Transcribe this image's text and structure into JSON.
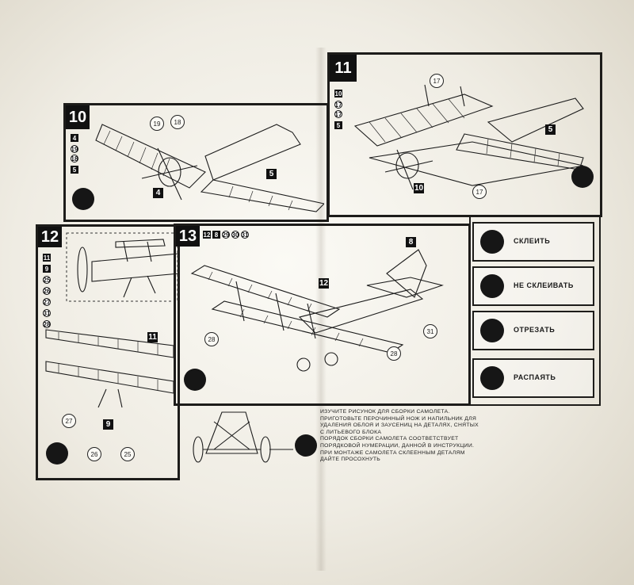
{
  "steps": [
    {
      "number": "10",
      "parts": [
        "4",
        "19",
        "18",
        "5"
      ],
      "callouts": [
        "19",
        "18"
      ],
      "labels": [
        "5",
        "4"
      ]
    },
    {
      "number": "11",
      "parts": [
        "10",
        "17",
        "17",
        "5"
      ],
      "callouts": [
        "17",
        "17"
      ],
      "labels": [
        "5",
        "10"
      ]
    },
    {
      "number": "12",
      "parts": [
        "11",
        "9",
        "25",
        "26",
        "27",
        "31",
        "28"
      ],
      "labels": [
        "11",
        "9"
      ],
      "callouts": [
        "27",
        "26",
        "25"
      ]
    },
    {
      "number": "13",
      "parts": [
        "12",
        "8",
        "29",
        "30",
        "31"
      ],
      "labels": [
        "8",
        "12"
      ],
      "callouts": [
        "28",
        "31",
        "28"
      ]
    }
  ],
  "legend": [
    {
      "label": "СКЛЕИТЬ",
      "icon": "glue-tube-icon"
    },
    {
      "label": "НЕ СКЛЕИВАТЬ",
      "icon": "do-not-glue-icon"
    },
    {
      "label": "ОТРЕЗАТЬ",
      "icon": "cut-icon"
    },
    {
      "label": "РАСПАЯТЬ",
      "icon": "solder-icon"
    }
  ],
  "instructions": [
    "Изучите рисунок для сборки самолета. Приготовьте перочинный нож и напильник для удаления облоя и заусениц на деталях, снятых с литьевого блока",
    "Порядок сборки самолета соответствует порядковой нумерации, данной в инструкции.",
    "При монтаже самолета склеенным деталям дайте просохнуть"
  ]
}
